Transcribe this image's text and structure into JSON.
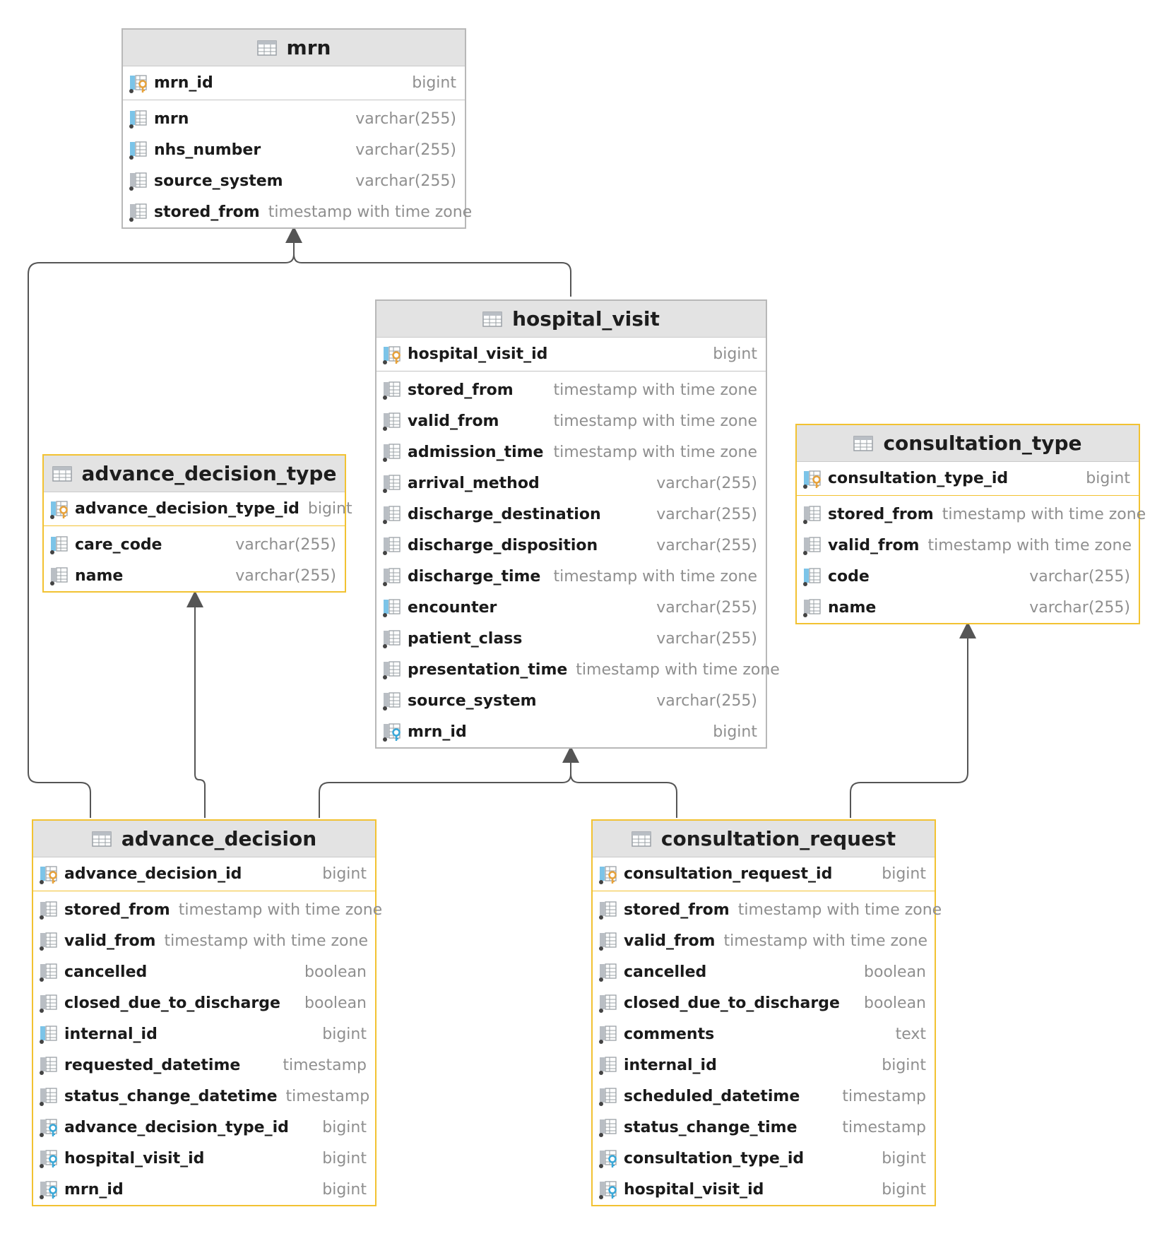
{
  "tables": {
    "mrn": {
      "title": "mrn",
      "pk": {
        "name": "mrn_id",
        "type": "bigint"
      },
      "columns": [
        {
          "name": "mrn",
          "type": "varchar(255)"
        },
        {
          "name": "nhs_number",
          "type": "varchar(255)"
        },
        {
          "name": "source_system",
          "type": "varchar(255)"
        },
        {
          "name": "stored_from",
          "type": "timestamp with time zone"
        }
      ]
    },
    "hospital_visit": {
      "title": "hospital_visit",
      "pk": {
        "name": "hospital_visit_id",
        "type": "bigint"
      },
      "columns": [
        {
          "name": "stored_from",
          "type": "timestamp with time zone"
        },
        {
          "name": "valid_from",
          "type": "timestamp with time zone"
        },
        {
          "name": "admission_time",
          "type": "timestamp with time zone"
        },
        {
          "name": "arrival_method",
          "type": "varchar(255)"
        },
        {
          "name": "discharge_destination",
          "type": "varchar(255)"
        },
        {
          "name": "discharge_disposition",
          "type": "varchar(255)"
        },
        {
          "name": "discharge_time",
          "type": "timestamp with time zone"
        },
        {
          "name": "encounter",
          "type": "varchar(255)"
        },
        {
          "name": "patient_class",
          "type": "varchar(255)"
        },
        {
          "name": "presentation_time",
          "type": "timestamp with time zone"
        },
        {
          "name": "source_system",
          "type": "varchar(255)"
        },
        {
          "name": "mrn_id",
          "type": "bigint"
        }
      ]
    },
    "advance_decision_type": {
      "title": "advance_decision_type",
      "pk": {
        "name": "advance_decision_type_id",
        "type": "bigint"
      },
      "columns": [
        {
          "name": "care_code",
          "type": "varchar(255)"
        },
        {
          "name": "name",
          "type": "varchar(255)"
        }
      ]
    },
    "consultation_type": {
      "title": "consultation_type",
      "pk": {
        "name": "consultation_type_id",
        "type": "bigint"
      },
      "columns": [
        {
          "name": "stored_from",
          "type": "timestamp with time zone"
        },
        {
          "name": "valid_from",
          "type": "timestamp with time zone"
        },
        {
          "name": "code",
          "type": "varchar(255)"
        },
        {
          "name": "name",
          "type": "varchar(255)"
        }
      ]
    },
    "advance_decision": {
      "title": "advance_decision",
      "pk": {
        "name": "advance_decision_id",
        "type": "bigint"
      },
      "columns": [
        {
          "name": "stored_from",
          "type": "timestamp with time zone"
        },
        {
          "name": "valid_from",
          "type": "timestamp with time zone"
        },
        {
          "name": "cancelled",
          "type": "boolean"
        },
        {
          "name": "closed_due_to_discharge",
          "type": "boolean"
        },
        {
          "name": "internal_id",
          "type": "bigint"
        },
        {
          "name": "requested_datetime",
          "type": "timestamp"
        },
        {
          "name": "status_change_datetime",
          "type": "timestamp"
        },
        {
          "name": "advance_decision_type_id",
          "type": "bigint"
        },
        {
          "name": "hospital_visit_id",
          "type": "bigint"
        },
        {
          "name": "mrn_id",
          "type": "bigint"
        }
      ]
    },
    "consultation_request": {
      "title": "consultation_request",
      "pk": {
        "name": "consultation_request_id",
        "type": "bigint"
      },
      "columns": [
        {
          "name": "stored_from",
          "type": "timestamp with time zone"
        },
        {
          "name": "valid_from",
          "type": "timestamp with time zone"
        },
        {
          "name": "cancelled",
          "type": "boolean"
        },
        {
          "name": "closed_due_to_discharge",
          "type": "boolean"
        },
        {
          "name": "comments",
          "type": "text"
        },
        {
          "name": "internal_id",
          "type": "bigint"
        },
        {
          "name": "scheduled_datetime",
          "type": "timestamp"
        },
        {
          "name": "status_change_time",
          "type": "timestamp"
        },
        {
          "name": "consultation_type_id",
          "type": "bigint"
        },
        {
          "name": "hospital_visit_id",
          "type": "bigint"
        }
      ]
    }
  },
  "colors": {
    "selected_border": "#f2c232",
    "default_border": "#b8b8b8",
    "header_bg": "#e3e3e3",
    "pk_key": "#e6a23c",
    "fk_key": "#3aa8d8",
    "edge": "#555555"
  }
}
